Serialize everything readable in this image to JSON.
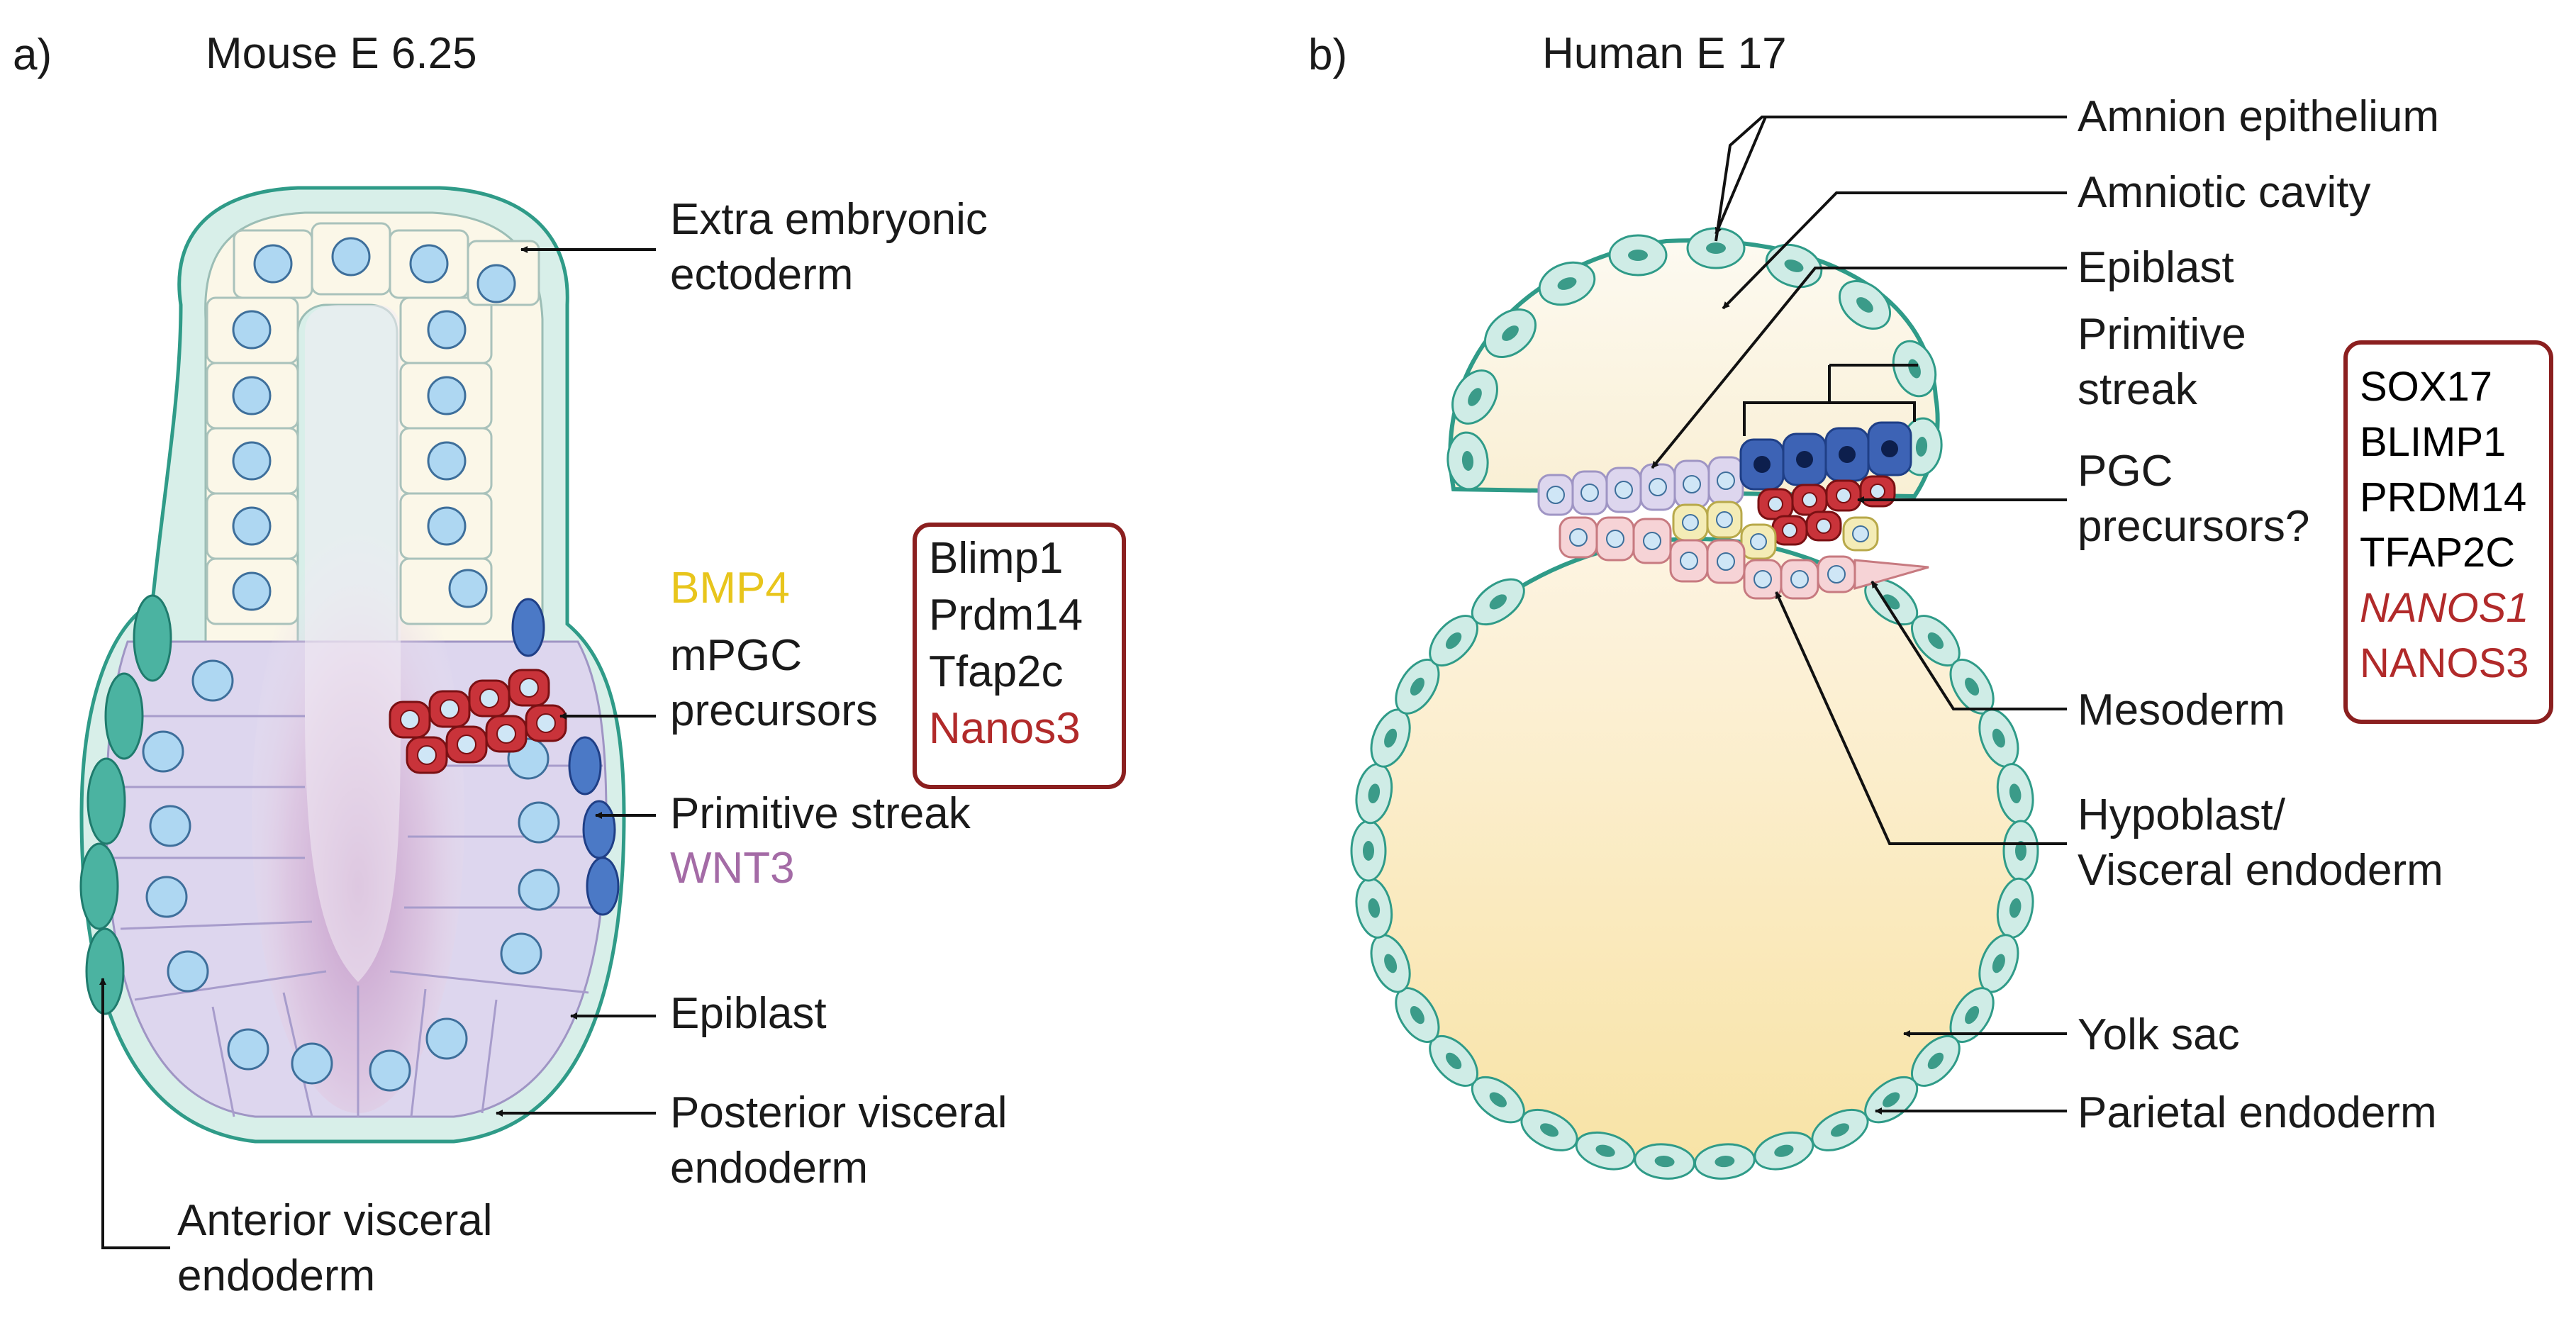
{
  "panel_a": {
    "letter": "a)",
    "title": "Mouse E 6.25",
    "labels": {
      "extra_embryonic_1": "Extra embryonic",
      "extra_embryonic_2": "ectoderm",
      "bmp4": "BMP4",
      "mpgc_1": "mPGC",
      "mpgc_2": "precursors",
      "primitive_streak": "Primitive streak",
      "wnt3": "WNT3",
      "epiblast": "Epiblast",
      "pve_1": "Posterior visceral",
      "pve_2": "endoderm",
      "ave_1": "Anterior visceral",
      "ave_2": "endoderm"
    },
    "markers": [
      "Blimp1",
      "Prdm14",
      "Tfap2c",
      "Nanos3"
    ]
  },
  "panel_b": {
    "letter": "b)",
    "title": "Human E 17",
    "labels": {
      "amnion_epithelium": "Amnion epithelium",
      "amniotic_cavity": "Amniotic cavity",
      "epiblast": "Epiblast",
      "primitive_streak_1": "Primitive",
      "primitive_streak_2": "streak",
      "pgc_1": "PGC",
      "pgc_2": "precursors?",
      "mesoderm": "Mesoderm",
      "hypoblast_1": "Hypoblast/",
      "hypoblast_2": "Visceral endoderm",
      "yolk_sac": "Yolk sac",
      "parietal_endoderm": "Parietal endoderm"
    },
    "markers": [
      "SOX17",
      "BLIMP1",
      "PRDM14",
      "TFAP2C",
      "NANOS1",
      "NANOS3"
    ]
  },
  "colors": {
    "bmp4": "#e8c51c",
    "wnt3": "#a46ba6",
    "nanos_red": "#b12a2a",
    "box_border": "#8b1f1f",
    "text": "#1a1a1a"
  }
}
